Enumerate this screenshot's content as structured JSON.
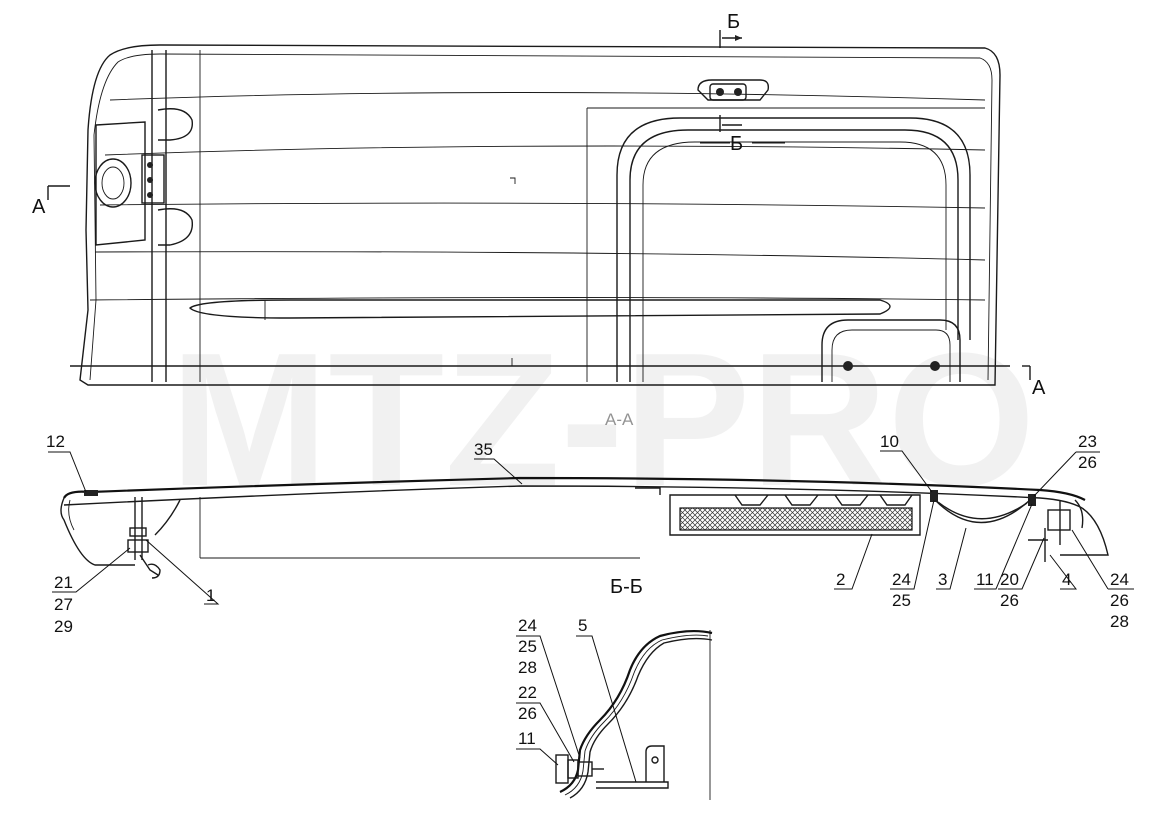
{
  "watermark": "MTZ-PRO",
  "section_marks": {
    "b_top": "Б",
    "b_mid": "Б",
    "a_left": "А",
    "a_right": "А",
    "a_a_title": "А-А",
    "b_b_title": "Б-Б"
  },
  "labels": {
    "l12": "12",
    "l35": "35",
    "l10": "10",
    "l23": "23",
    "l26a": "26",
    "l21": "21",
    "l27": "27",
    "l29": "29",
    "l1": "1",
    "l2": "2",
    "l24a": "24",
    "l25a": "25",
    "l3": "3",
    "l11a": "11",
    "l20": "20",
    "l26b": "26",
    "l4": "4",
    "l24b": "24",
    "l26c": "26",
    "l28a": "28",
    "d24": "24",
    "d25": "25",
    "d28": "28",
    "d5": "5",
    "d22": "22",
    "d26": "26",
    "d11": "11"
  }
}
